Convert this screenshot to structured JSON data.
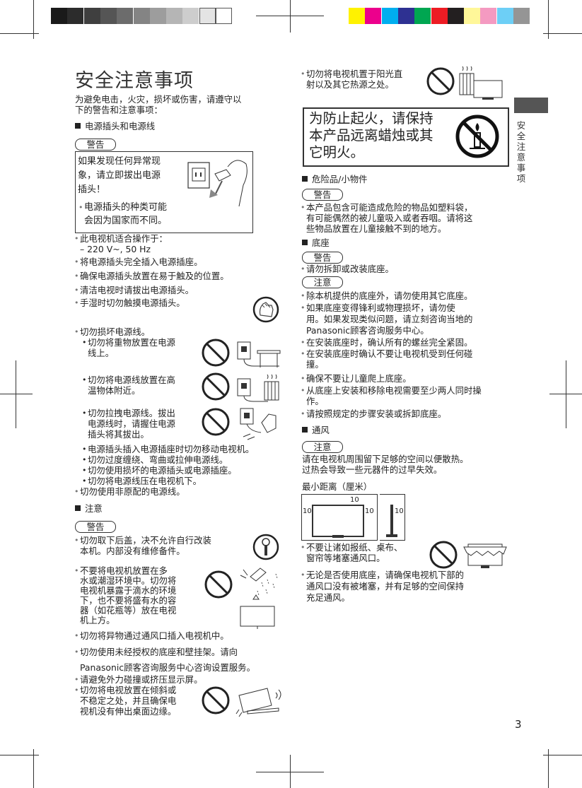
{
  "left": {
    "title": "安全注意事项",
    "intro": [
      "为避免电击，火灾，损坏或伤害，请遵守以",
      "下的警告和注意事项："
    ],
    "sec_plug": "电源插头和电源线",
    "warn1": "警告",
    "box_text": [
      "如果发现任何异常现",
      "象，请立即拔出电源",
      "插头！"
    ],
    "box_note": [
      "电源插头的种类可能",
      "会因为国家而不同。"
    ],
    "b_operate": [
      "此电视机适合操作于：",
      "– 220 V~, 50 Hz"
    ],
    "b_insert": "将电源插头完全插入电源插座。",
    "b_access": "确保电源插头放置在易于触及的位置。",
    "b_clean": "清洁电视时请拔出电源插头。",
    "b_wet": "手湿时切勿触摸电源插头。",
    "b_damage": "切勿损坏电源线。",
    "sb_heavy": [
      "切勿将重物放置在电源",
      "线上。"
    ],
    "sb_hot": [
      "切勿将电源线放置在高",
      "温物体附近。"
    ],
    "sb_pull": [
      "切勿拉拽电源线。拔出",
      "电源线时，请握住电源",
      "插头将其拔出。"
    ],
    "sb_move": "电源插头插入电源插座时切勿移动电视机。",
    "sb_twist": "切勿过度缠绕、弯曲或拉伸电源线。",
    "sb_broken": "切勿使用损坏的电源插头或电源插座。",
    "sb_under": "切勿将电源线压在电视机下。",
    "b_nonorig": "切勿使用非原配的电源线。",
    "sec_caution": "注意",
    "warn2": "警告",
    "b_cover": [
      "切勿取下后盖，决不允许自行改装",
      "本机。内部没有维修备件。"
    ],
    "b_water": [
      "不要将电视机放置在多",
      "水或潮湿环境中。切勿将",
      "电视机暴露于滴水的环境",
      "下，也不要将盛有水的容",
      "器（如花瓶等）放在电视",
      "机上方。"
    ],
    "b_foreign": "切勿将异物通过通风口插入电视机中。",
    "b_stand": [
      "切勿使用未经授权的底座和壁挂架。请向",
      "Panasonic顾客咨询服务中心咨询设置服务。"
    ],
    "b_force": "请避免外力碰撞或挤压显示屏。",
    "b_tilt": [
      "切勿将电视放置在倾斜或",
      "不稳定之处，并且确保电",
      "视机没有伸出桌面边缘。"
    ]
  },
  "right": {
    "b_sun": [
      "切勿将电视机置于阳光直",
      "射以及其它热源之处。"
    ],
    "fire_box": [
      "为防止起火，请保持",
      "本产品远离蜡烛或其",
      "它明火。"
    ],
    "sec_danger": "危险品/小物件",
    "warn3": "警告",
    "b_plastic": [
      "本产品包含可能造成危险的物品如塑料袋，",
      "有可能偶然的被儿童吸入或者吞咽。请将这",
      "些物品放置在儿童接触不到的地方。"
    ],
    "sec_base": "底座",
    "warn4": "警告",
    "b_disassemble": "请勿拆卸或改装底座。",
    "caution1": "注意",
    "b_other_base": "除本机提供的底座外，请勿使用其它底座。",
    "b_sharp": [
      "如果底座变得锋利或物理损坏，请勿使",
      "用。如果发现类似问题，请立刻咨询当地的",
      "Panasonic顾客咨询服务中心。"
    ],
    "b_screws": "在安装底座时，确认所有的螺丝完全紧固。",
    "b_impact": [
      "在安装底座时确认不要让电视机受到任何碰",
      "撞。"
    ],
    "b_child": "确保不要让儿童爬上底座。",
    "b_two": [
      "从底座上安装和移除电视需要至少两人同时操",
      "作。"
    ],
    "b_steps": "请按照规定的步骤安装或拆卸底座。",
    "sec_vent": "通风",
    "caution2": "注意",
    "vent_text": [
      "请在电视机周围留下足够的空间以便散热。",
      "过热会导致一些元器件的过早失效。"
    ],
    "min_dist": "最小距离（厘米）",
    "dim_labels": [
      "10",
      "10",
      "10",
      "10"
    ],
    "b_block": [
      "不要让诸如报纸、桌布、",
      "窗帘等堵塞通风口。"
    ],
    "b_vent_base": [
      "无论是否使用底座，请确保电视机下部的",
      "通风口没有被堵塞，并有足够的空间保持",
      "充足通风。"
    ]
  },
  "side_tab": [
    "安",
    "全",
    "注",
    "意",
    "事",
    "项"
  ],
  "page_number": "3",
  "color_bar": {
    "grays": [
      "#1a1a1a",
      "#2c2c2c",
      "#3f3f3f",
      "#555555",
      "#6c6c6c",
      "#848484",
      "#9d9d9d",
      "#b5b5b5",
      "#cdcdcd",
      "#e4e4e4",
      "#ffffff"
    ],
    "colors": [
      "#fff200",
      "#ec008c",
      "#00aeef",
      "#2e3192",
      "#00a651",
      "#ed1c24",
      "#231f20",
      "#fff799",
      "#f49ac1",
      "#6dcff6",
      "#959595"
    ]
  }
}
